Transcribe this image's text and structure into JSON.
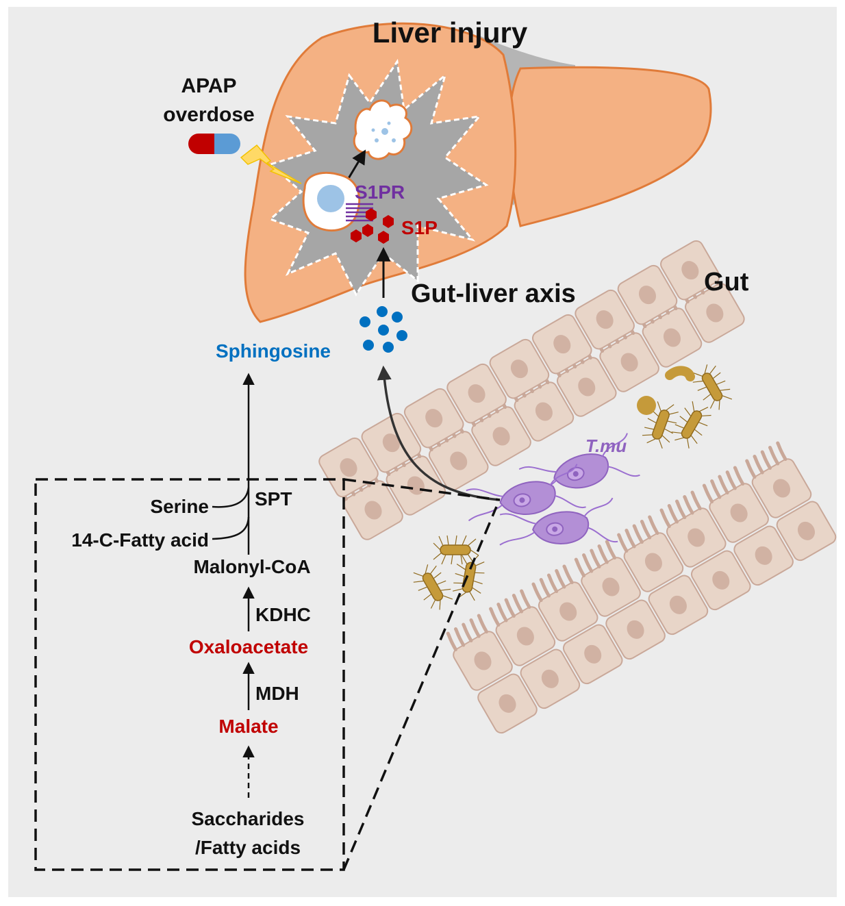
{
  "title": "Liver injury",
  "labels": {
    "apap_line1": "APAP",
    "apap_line2": "overdose",
    "s1pr": "S1PR",
    "s1p": "S1P",
    "gut_liver_axis": "Gut-liver axis",
    "gut": "Gut",
    "sphingosine": "Sphingosine",
    "tmu": "T.mu"
  },
  "pathway": {
    "spt": "SPT",
    "serine": "Serine",
    "fatty_acid": "14-C-Fatty acid",
    "malonyl_coa": "Malonyl-CoA",
    "kdhc": "KDHC",
    "oxaloacetate": "Oxaloacetate",
    "mdh": "MDH",
    "malate": "Malate",
    "source_line1": "Saccharides",
    "source_line2": "/Fatty acids"
  },
  "colors": {
    "background": "#ececec",
    "liver_fill": "#f4b183",
    "liver_stroke": "#e07b39",
    "injury_gray": "#a6a6a6",
    "s1pr_purple": "#7030a0",
    "s1p_red": "#c00000",
    "sphingosine_blue": "#0070c0",
    "metabolite_red": "#c00000",
    "gut_cell": "#e8d5c8",
    "gut_cell_stroke": "#c9a899",
    "parasite": "#b38fd6",
    "bacteria": "#c59a3a"
  }
}
